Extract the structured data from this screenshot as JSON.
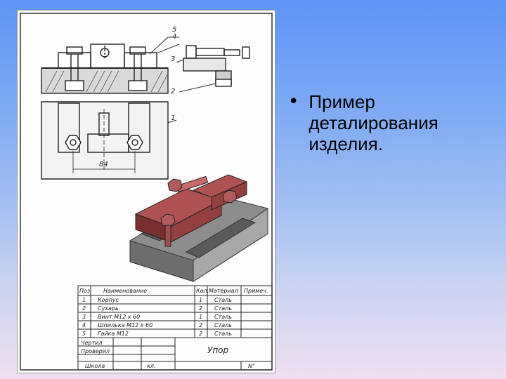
{
  "slide": {
    "bullet_text": "Пример\nдеталирования\nизделия."
  },
  "drawing": {
    "callouts": [
      "5",
      "4",
      "3",
      "2",
      "1"
    ],
    "dimension": "84"
  },
  "table": {
    "headers": [
      "Поз.",
      "Наименование",
      "Кол.",
      "Материал",
      "Примеч."
    ],
    "rows": [
      [
        "1",
        "Корпус",
        "1",
        "Сталь"
      ],
      [
        "2",
        "Сухарь",
        "2",
        "Сталь"
      ],
      [
        "3",
        "Винт М12 х 60",
        "1",
        "Сталь"
      ],
      [
        "4",
        "Шпилька М12 х 60",
        "2",
        "Сталь"
      ],
      [
        "5",
        "Гайка М12",
        "2",
        "Сталь"
      ]
    ],
    "drew_label": "Чертил",
    "checked_label": "Проверил",
    "school_label": "Школа",
    "class_label": "кл.",
    "title": "Упор",
    "number_label": "N°"
  },
  "colors": {
    "part_fill": "#8a3a3a",
    "base_fill": "#9a9a9a"
  }
}
